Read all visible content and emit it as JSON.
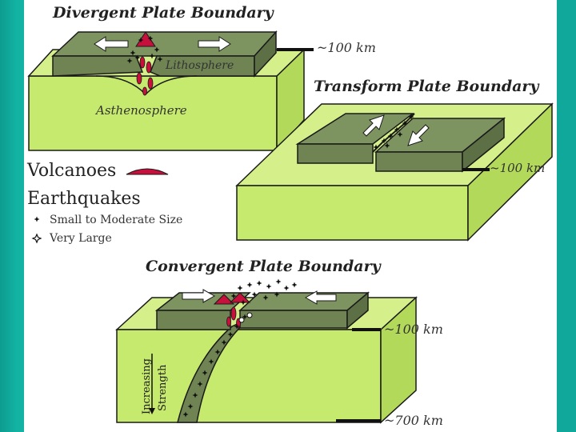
{
  "divergent": {
    "title": "Divergent Plate Boundary",
    "depth": "~100 km",
    "lithosphere": "Lithosphere",
    "asthenosphere": "Asthenosphere"
  },
  "transform": {
    "title": "Transform Plate Boundary",
    "depth": "~100 km"
  },
  "convergent": {
    "title": "Convergent Plate Boundary",
    "depth_shallow": "~100 km",
    "depth_deep": "~700 km",
    "strength_line1": "Increasing",
    "strength_line2": "Strength"
  },
  "legend": {
    "volcanoes": "Volcanoes",
    "earthquakes": "Earthquakes",
    "small": "Small to Moderate Size",
    "large": "Very Large"
  },
  "colors": {
    "background": "#0fa89a",
    "lime": "#c6ea6e",
    "plate": "#6f8452",
    "volcano": "#c8103c",
    "outline": "#1a1a1a"
  }
}
